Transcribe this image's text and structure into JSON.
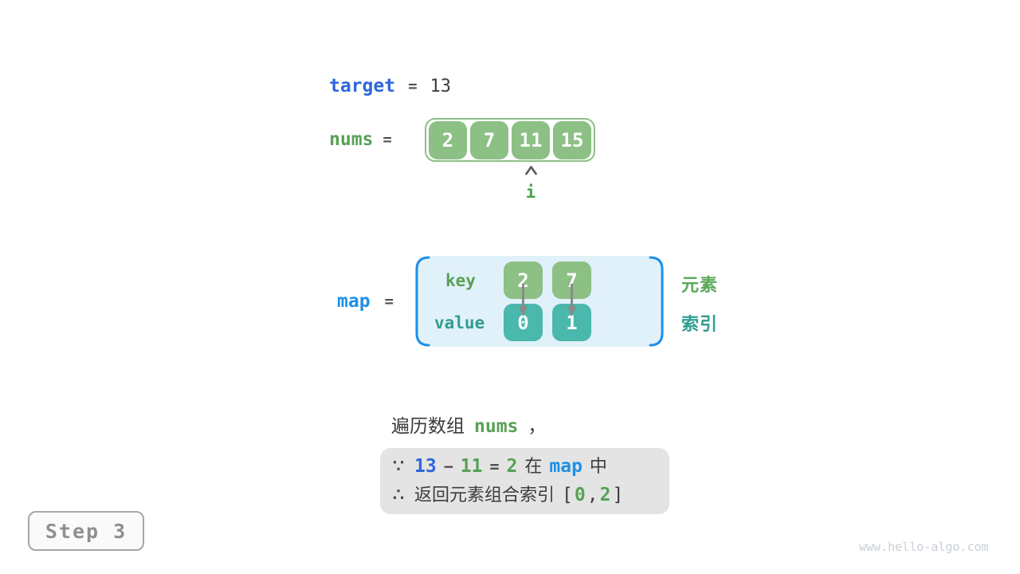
{
  "colors": {
    "green_fill": "#8cc085",
    "teal_fill": "#4ab8ac",
    "green_text": "#57a155",
    "teal_text": "#2f9e90",
    "royal_blue": "#2e66dc",
    "bright_blue": "#1e90e8",
    "dark_text": "#3d3d3d",
    "map_bg": "#e1f1fa",
    "reason_box_bg": "#e4e4e4",
    "arrow_gray": "#8a8a8a",
    "step_gray": "#8f8f8f",
    "watermark_gray": "#c9cfd6"
  },
  "target_row": {
    "label": "target",
    "equals": "=",
    "value": "13"
  },
  "nums_row": {
    "label": "nums",
    "equals": "=",
    "cells": [
      "2",
      "7",
      "11",
      "15"
    ],
    "pointer_index": 2,
    "pointer_label": "i"
  },
  "map_row": {
    "label": "map",
    "equals": "=",
    "key_label": "key",
    "value_label": "value",
    "keys": [
      "2",
      "7"
    ],
    "values": [
      "0",
      "1"
    ],
    "element_label": "元素",
    "index_label": "索引"
  },
  "caption": {
    "prefix": "遍历数组",
    "code": "nums",
    "suffix": "，"
  },
  "reason_box": {
    "line1": {
      "sym": "∵",
      "a": "13",
      "op": "−",
      "b": "11",
      "eq": "=",
      "c": "2",
      "t1": "在",
      "code": "map",
      "t2": "中"
    },
    "line2": {
      "sym": "∴",
      "text": "返回元素组合索引",
      "open": "[",
      "i1": "0",
      "comma": ",",
      "i2": "2",
      "close": "]"
    }
  },
  "step_badge": {
    "label": "Step 3"
  },
  "watermark": "www.hello-algo.com"
}
